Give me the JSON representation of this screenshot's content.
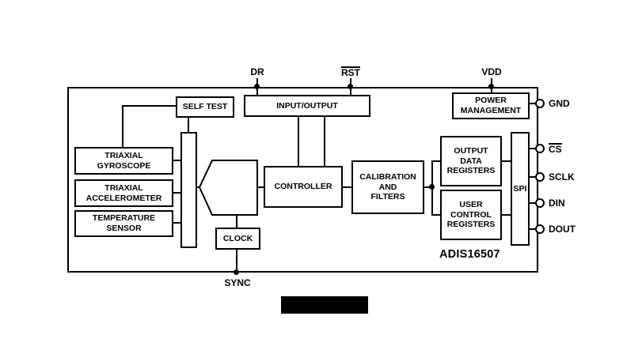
{
  "part_label": "ADIS16507",
  "pins": {
    "dr": {
      "label": "DR"
    },
    "rst": {
      "label": "RST"
    },
    "vdd": {
      "label": "VDD"
    },
    "gnd": {
      "label": "GND"
    },
    "cs": {
      "label": "CS"
    },
    "sclk": {
      "label": "SCLK"
    },
    "din": {
      "label": "DIN"
    },
    "dout": {
      "label": "DOUT"
    },
    "sync": {
      "label": "SYNC"
    }
  },
  "blocks": {
    "self_test": {
      "label": "SELF TEST"
    },
    "input_output": {
      "label": "INPUT/OUTPUT"
    },
    "power_management": {
      "label": "POWER\nMANAGEMENT"
    },
    "triaxial_gyroscope": {
      "label": "TRIAXIAL\nGYROSCOPE"
    },
    "triaxial_accelerometer": {
      "label": "TRIAXIAL\nACCELEROMETER"
    },
    "temperature_sensor": {
      "label": "TEMPERATURE\nSENSOR"
    },
    "controller": {
      "label": "CONTROLLER"
    },
    "calibration_filters": {
      "label": "CALIBRATION\nAND\nFILTERS"
    },
    "output_data_registers": {
      "label": "OUTPUT\nDATA\nREGISTERS"
    },
    "user_control_registers": {
      "label": "USER\nCONTROL\nREGISTERS"
    },
    "spi": {
      "label": "SPI"
    },
    "clock": {
      "label": "CLOCK"
    }
  },
  "colors": {
    "line": "#000000",
    "background": "#ffffff"
  }
}
